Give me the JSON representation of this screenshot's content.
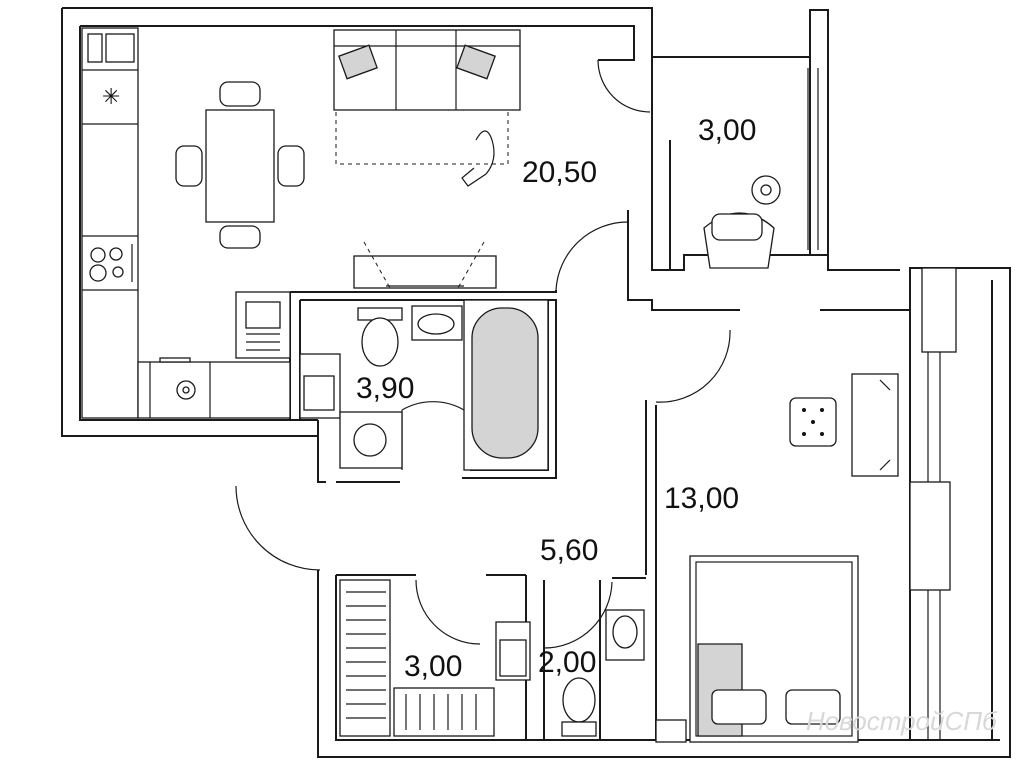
{
  "rooms": [
    {
      "id": "living",
      "area": "20,50"
    },
    {
      "id": "balcony",
      "area": "3,00"
    },
    {
      "id": "bathroom",
      "area": "3,90"
    },
    {
      "id": "hallway",
      "area": "5,60"
    },
    {
      "id": "bedroom",
      "area": "13,00"
    },
    {
      "id": "storage",
      "area": "3,00"
    },
    {
      "id": "toilet",
      "area": "2,00"
    }
  ],
  "watermark": "НовостройСПб",
  "colors": {
    "wall": "#1a1a1a",
    "fill_grey": "#d4d4d4",
    "background": "#ffffff"
  },
  "icons": {
    "freezer": "snowflake-icon"
  }
}
